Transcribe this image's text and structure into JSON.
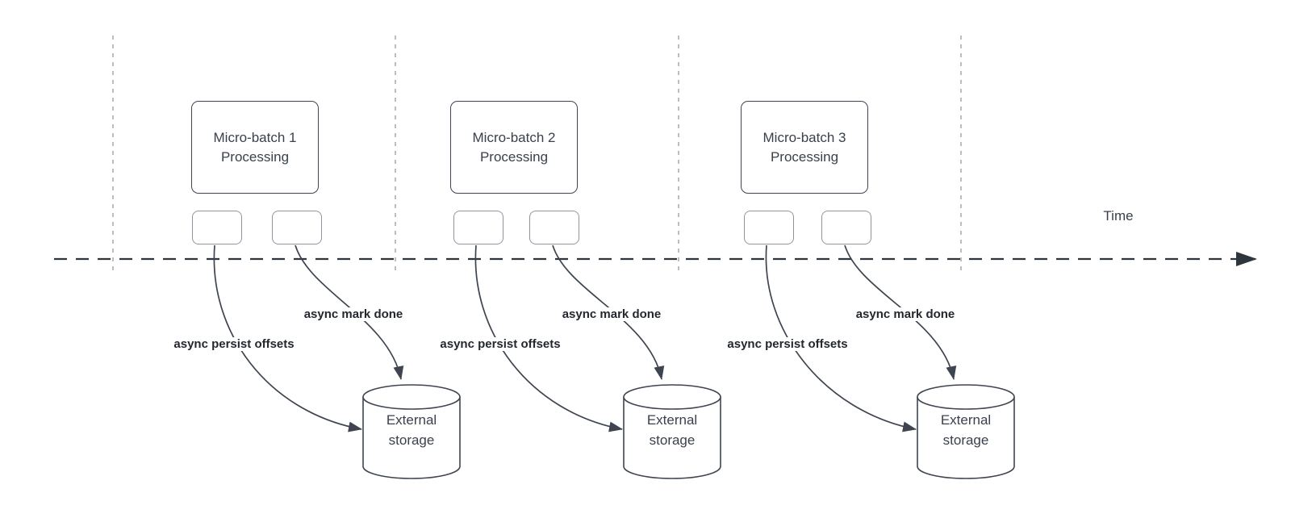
{
  "diagram": {
    "time_axis_label": "Time",
    "batches": [
      {
        "box_label": "Micro-batch 1\nProcessing",
        "persist_arrow_label": "async persist offsets",
        "mark_done_arrow_label": "async mark done",
        "storage_label": "External\nstorage"
      },
      {
        "box_label": "Micro-batch 2\nProcessing",
        "persist_arrow_label": "async persist offsets",
        "mark_done_arrow_label": "async mark done",
        "storage_label": "External\nstorage"
      },
      {
        "box_label": "Micro-batch 3\nProcessing",
        "persist_arrow_label": "async persist offsets",
        "mark_done_arrow_label": "async mark done",
        "storage_label": "External\nstorage"
      }
    ],
    "colors": {
      "background": "#ffffff",
      "shape_stroke": "#3e4550",
      "small_box_stroke": "#90959d",
      "guide_line": "#adadad",
      "timeline": "#2f353c",
      "shape_text": "#3a414c",
      "arrow_label_text": "#23272e"
    }
  }
}
